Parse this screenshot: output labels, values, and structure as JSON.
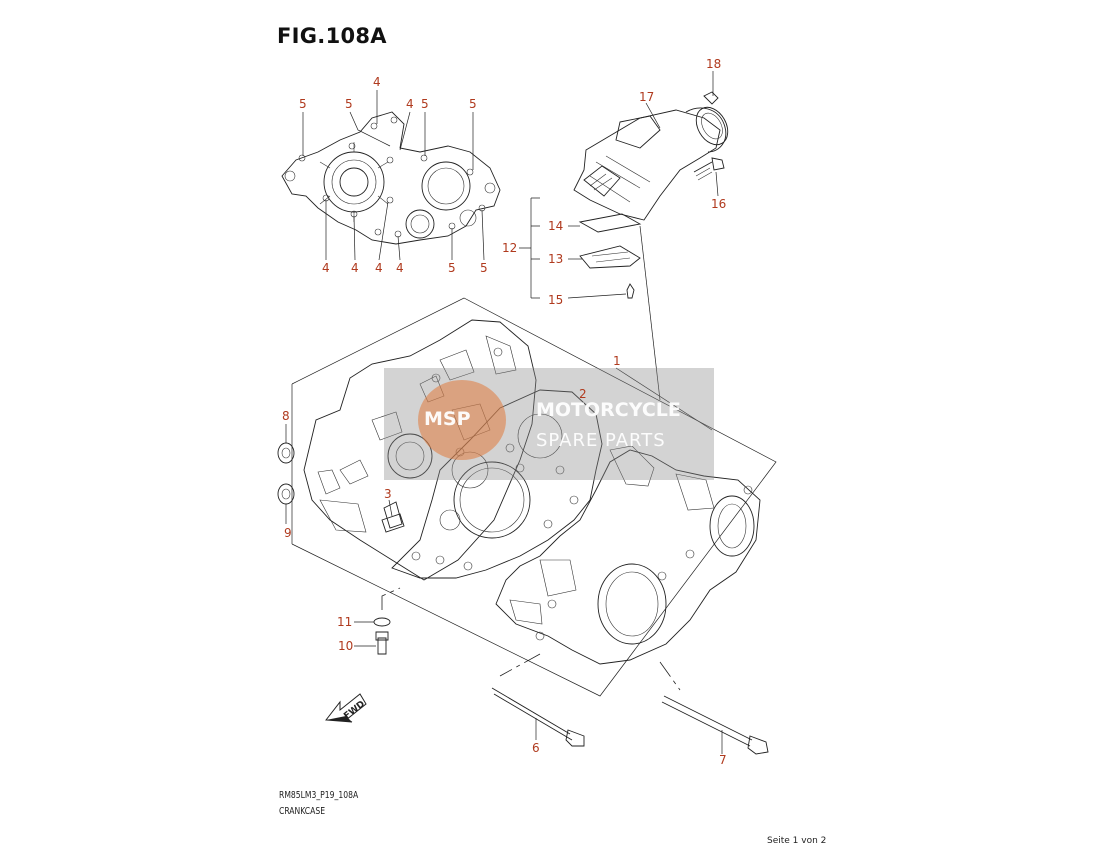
{
  "figure": {
    "title": "FIG.108A",
    "code": "RM85LM3_P19_108A",
    "name": "CRANKCASE"
  },
  "page_indicator": "Seite 1 von 2",
  "watermark": {
    "line1": "MOTORCYCLE",
    "line2": "SPARE PARTS",
    "badge": "MSP"
  },
  "fwd_label": "FWD",
  "callouts": {
    "c1": "1",
    "c2": "2",
    "c3": "3",
    "c4a": "4",
    "c4b": "4",
    "c4c": "4",
    "c4d": "4",
    "c4e": "4",
    "c4f": "4",
    "c5a": "5",
    "c5b": "5",
    "c5c": "5",
    "c5d": "5",
    "c5e": "5",
    "c5f": "5",
    "c6": "6",
    "c7": "7",
    "c8": "8",
    "c9": "9",
    "c10": "10",
    "c11": "11",
    "c12": "12",
    "c13": "13",
    "c14": "14",
    "c15": "15",
    "c16": "16",
    "c17": "17",
    "c18": "18"
  },
  "colors": {
    "callout": "#b03a1e",
    "line": "#222222",
    "watermark_box": "#8c8c8c",
    "badge": "#e07a3c"
  }
}
